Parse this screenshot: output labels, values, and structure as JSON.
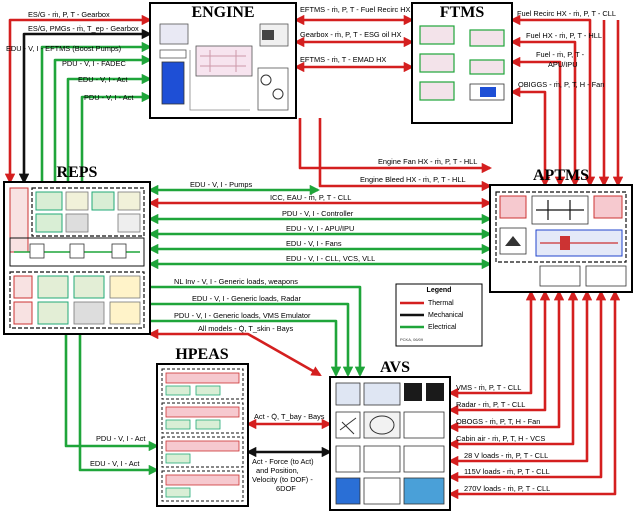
{
  "blocks": {
    "engine": "ENGINE",
    "ftms": "FTMS",
    "reps": "REPS",
    "aptms": "APTMS",
    "hpeas": "HPEAS",
    "avs": "AVS"
  },
  "legend": {
    "title": "Legend",
    "items": [
      "Thermal",
      "Mechanical",
      "Electrical"
    ],
    "credit": "PCKA, 06/09"
  },
  "colors": {
    "thermal": "#d41f1f",
    "mechanical": "#111111",
    "electrical": "#1fa53a"
  },
  "labels": {
    "esg_gearbox": "ES/G - ṁ, P, T - Gearbox",
    "esg_pmgs": "ES/G, PMGs - ṁ, T_ep - Gearbox",
    "edu_eftms": "EDU - V, I - EFTMS (Boost Pumps)",
    "pdu_fadec": "PDU - V, I - FADEC",
    "edu_act_eng": "EDU - V, I - Act",
    "pdu_act_eng": "PDU - V, I - Act",
    "eftms_fuel_recirc": "EFTMS - ṁ, P, T - Fuel Recirc HX",
    "gearbox_esg_oil": "Gearbox - ṁ, P, T - ESG oil HX",
    "eftms_emad": "EFTMS - ṁ, T - EMAD HX",
    "fuel_recirc_hx": "Fuel Recirc HX - ṁ, P, T - CLL",
    "fuel_hx_hll": "Fuel HX - ṁ, P, T - HLL",
    "fuel_apu_1": "Fuel - ṁ, P, T -",
    "fuel_apu_2": "APU/IPU",
    "obiggs_fan": "OBIGGS - ṁ, P, T, H - Fan",
    "engine_fan_hx": "Engine Fan HX - ṁ, P, T - HLL",
    "engine_bleed_hx": "Engine Bleed HX - ṁ, P, T - HLL",
    "edu_pumps": "EDU - V, I - Pumps",
    "icc_eau": "ICC, EAU - ṁ, P, T - CLL",
    "pdu_controller": "PDU - V, I - Controller",
    "edu_apu": "EDU - V, I - APU/IPU",
    "edu_fans": "EDU - V, I - Fans",
    "edu_cll_vcs": "EDU - V, I - CLL, VCS, VLL",
    "nl_inv": "NL Inv - V, I - Generic loads, weapons",
    "edu_radar": "EDU - V, I - Generic loads, Radar",
    "pdu_vms": "PDU - V, I - Generic loads, VMS Emulator",
    "all_models": "All models - Q̇, T_skin - Bays",
    "act_bays": "Act - Q̇, T_bay - Bays",
    "act_force_1": "Act - Force (to Act)",
    "act_force_2": "and Position,",
    "act_force_3": "Velocity (to DOF) -",
    "act_force_4": "6DOF",
    "pdu_act_hpeas": "PDU - V, I - Act",
    "edu_act_hpeas": "EDU - V, I - Act",
    "vms_cll": "VMS - ṁ, P, T - CLL",
    "radar_cll": "Radar - ṁ, P, T - CLL",
    "obogs_fan": "OBOGS - ṁ, P, T, H - Fan",
    "cabin_air_vcs": "Cabin air - ṁ, P, T, H - VCS",
    "loads_28v": "28 V loads - ṁ, P, T - CLL",
    "loads_115v": "115V loads - ṁ, P, T - CLL",
    "loads_270v": "270V loads - ṁ, P, T - CLL"
  }
}
